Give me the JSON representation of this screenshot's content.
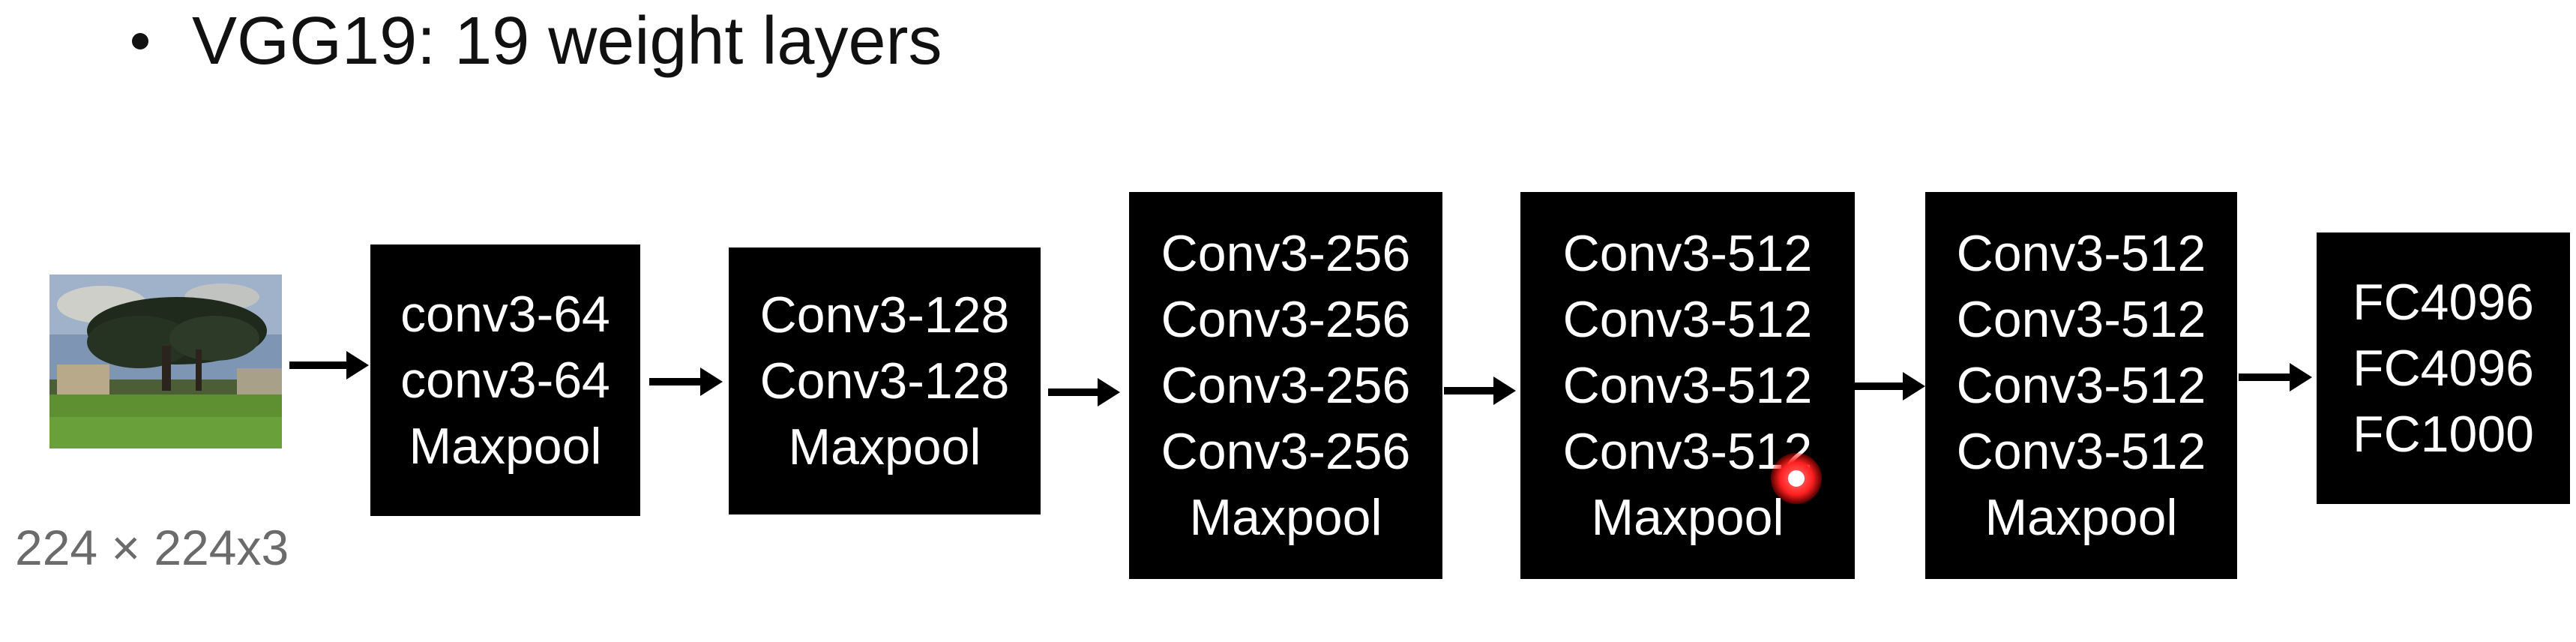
{
  "title": "VGG19: 19 weight layers",
  "input": {
    "caption": "224 × 224x3"
  },
  "blocks": [
    {
      "lines": [
        "conv3-64",
        "conv3-64",
        "Maxpool"
      ]
    },
    {
      "lines": [
        "Conv3-128",
        "Conv3-128",
        "Maxpool"
      ]
    },
    {
      "lines": [
        "Conv3-256",
        "Conv3-256",
        "Conv3-256",
        "Conv3-256",
        "Maxpool"
      ]
    },
    {
      "lines": [
        "Conv3-512",
        "Conv3-512",
        "Conv3-512",
        "Conv3-512",
        "Maxpool"
      ]
    },
    {
      "lines": [
        "Conv3-512",
        "Conv3-512",
        "Conv3-512",
        "Conv3-512",
        "Maxpool"
      ]
    },
    {
      "lines": [
        "FC4096",
        "FC4096",
        "FC1000"
      ]
    }
  ],
  "colors": {
    "block_background": "#000000",
    "block_text": "#ffffff",
    "caption_text": "#6b6b6b",
    "cursor": "#ff2020"
  }
}
